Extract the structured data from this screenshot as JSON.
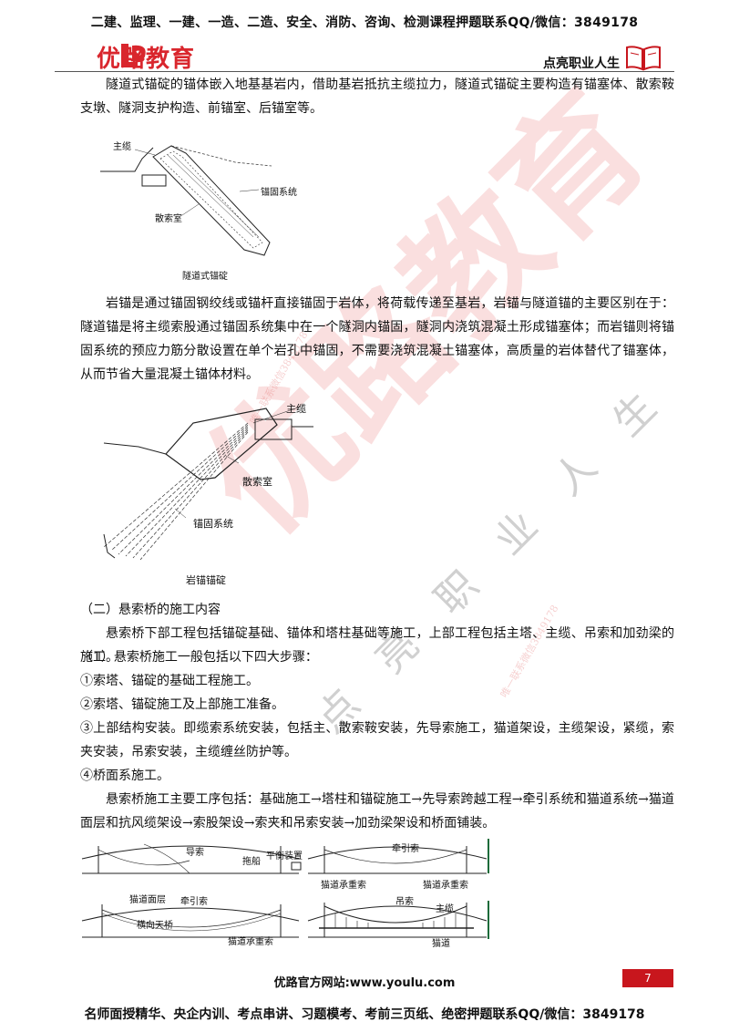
{
  "header": {
    "top_banner": "二建、监理、一建、一造、二造、安全、消防、咨询、检测课程押题联系QQ/微信：3849178",
    "logo_text": "优路教育",
    "slogan": "点亮职业人生"
  },
  "body": {
    "para1": "隧道式锚碇的锚体嵌入地基基岩内，借助基岩抵抗主缆拉力，隧道式锚碇主要构造有锚塞体、散索鞍支墩、隧洞支护构造、前锚室、后锚室等。",
    "fig1": {
      "label_main_cable": "主缆",
      "label_anchor_system": "锚固系统",
      "label_splay_chamber": "散索室",
      "caption": "隧道式锚碇"
    },
    "para2": "岩锚是通过锚固钢绞线或锚杆直接锚固于岩体，将荷载传递至基岩，岩锚与隧道锚的主要区别在于：隧道锚是将主缆索股通过锚固系统集中在一个隧洞内锚固，隧洞内浇筑混凝土形成锚塞体；而岩锚则将锚固系统的预应力筋分散设置在单个岩孔中锚固，不需要浇筑混凝土锚塞体，高质量的岩体替代了锚塞体，从而节省大量混凝土锚体材料。",
    "fig2": {
      "label_main_cable": "主缆",
      "label_splay_chamber": "散索室",
      "label_anchor_system": "锚固系统",
      "caption": "岩锚锚碇"
    },
    "section_title": "（二）悬索桥的施工内容",
    "para3": "悬索桥下部工程包括锚碇基础、锚体和塔柱基础等施工，上部工程包括主塔、主缆、吊索和加劲梁的施工。",
    "steps_intro": "（1）悬索桥施工一般包括以下四大步骤：",
    "step1": "①索塔、锚碇的基础工程施工。",
    "step2": "②索塔、锚碇施工及上部施工准备。",
    "step3": "③上部结构安装。即缆索系统安装，包括主、散索鞍安装，先导索施工，猫道架设，主缆架设，紧缆，索夹安装，吊索安装，主缆缠丝防护等。",
    "step4": "④桥面系施工。",
    "para4": "悬索桥施工主要工序包括：基础施工→塔柱和锚碇施工→先导索跨越工程→牵引系统和猫道系统→猫道面层和抗风缆架设→索股架设→索夹和吊索安装→加劲梁架设和桥面铺装。",
    "fig3": {
      "p1_pilot": "导索",
      "p1_tug": "拖船",
      "p1_balance": "平衡装置",
      "p2_traction": "牵引索",
      "p2_catwalk_left": "猫道承重索",
      "p2_catwalk_right": "猫道承重索",
      "p3_deck": "猫道面层",
      "p3_traction": "牵引索",
      "p3_cross": "横向天桥",
      "p3_catwalk": "猫道承重索",
      "p4_hanger": "吊索",
      "p4_main": "主缆",
      "p4_catwalk": "猫道"
    }
  },
  "footer": {
    "site": "优路官方网站:www.youlu.com",
    "page_number": "7",
    "bottom_banner": "名师面授精华、央企内训、考点串讲、习题模考、考前三页纸、绝密押题联系QQ/微信：3849178"
  },
  "watermark": {
    "big": "优路教育",
    "small": "点亮职业人生",
    "contact": "唯一联系微信3849178"
  }
}
